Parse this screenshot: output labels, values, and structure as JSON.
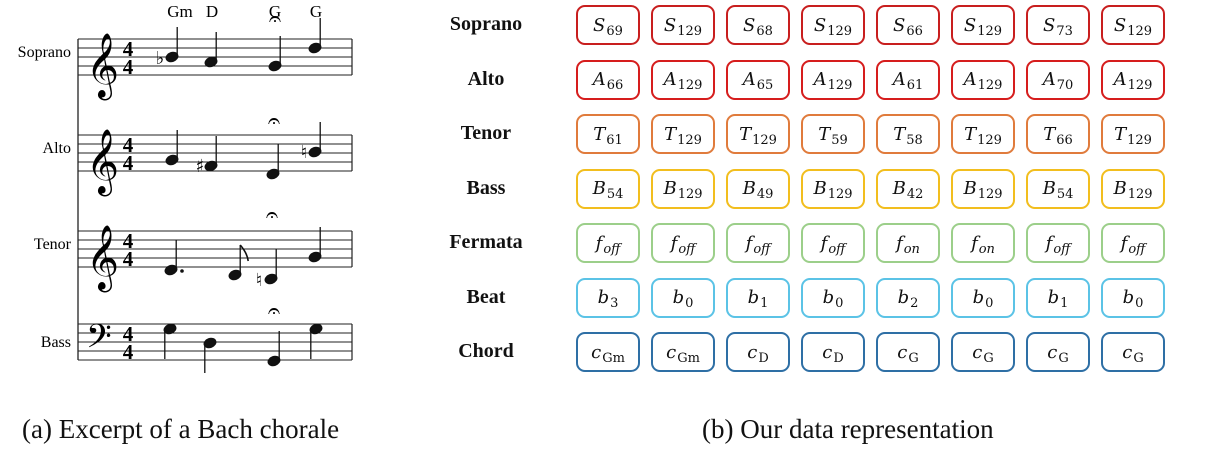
{
  "score": {
    "staves": [
      {
        "label": "Soprano",
        "clef": "treble"
      },
      {
        "label": "Alto",
        "clef": "treble"
      },
      {
        "label": "Tenor",
        "clef": "treble"
      },
      {
        "label": "Bass",
        "clef": "bass"
      }
    ],
    "time_signature": "4/4",
    "chord_symbols": [
      "Gm",
      "D",
      "G",
      "G"
    ],
    "clef_glyphs": {
      "treble": "𝄞",
      "bass": "𝄢"
    },
    "fermata_glyph": "𝄐",
    "accidentals": {
      "flat": "♭",
      "sharp": "♯",
      "natural": "♮"
    }
  },
  "table": {
    "columns": 8,
    "rows": [
      {
        "label": "Soprano",
        "symbol": "S",
        "color": "#c81e1e",
        "subs": [
          "69",
          "129",
          "68",
          "129",
          "66",
          "129",
          "73",
          "129"
        ]
      },
      {
        "label": "Alto",
        "symbol": "A",
        "color": "#d61d1d",
        "subs": [
          "66",
          "129",
          "65",
          "129",
          "61",
          "129",
          "70",
          "129"
        ]
      },
      {
        "label": "Tenor",
        "symbol": "T",
        "color": "#e07b3c",
        "subs": [
          "61",
          "129",
          "129",
          "59",
          "58",
          "129",
          "66",
          "129"
        ]
      },
      {
        "label": "Bass",
        "symbol": "B",
        "color": "#f2be1e",
        "subs": [
          "54",
          "129",
          "49",
          "129",
          "42",
          "129",
          "54",
          "129"
        ]
      },
      {
        "label": "Fermata",
        "symbol": "f",
        "color": "#9ccf8a",
        "subs": [
          "off",
          "off",
          "off",
          "off",
          "on",
          "on",
          "off",
          "off"
        ]
      },
      {
        "label": "Beat",
        "symbol": "b",
        "color": "#5bc3e6",
        "subs": [
          "3",
          "0",
          "1",
          "0",
          "2",
          "0",
          "1",
          "0"
        ]
      },
      {
        "label": "Chord",
        "symbol": "c",
        "color": "#2e6fa5",
        "subs": [
          "Gm",
          "Gm",
          "D",
          "D",
          "G",
          "G",
          "G",
          "G"
        ]
      }
    ]
  },
  "captions": {
    "left": "(a) Excerpt of a Bach chorale",
    "right": "(b) Our data representation"
  }
}
